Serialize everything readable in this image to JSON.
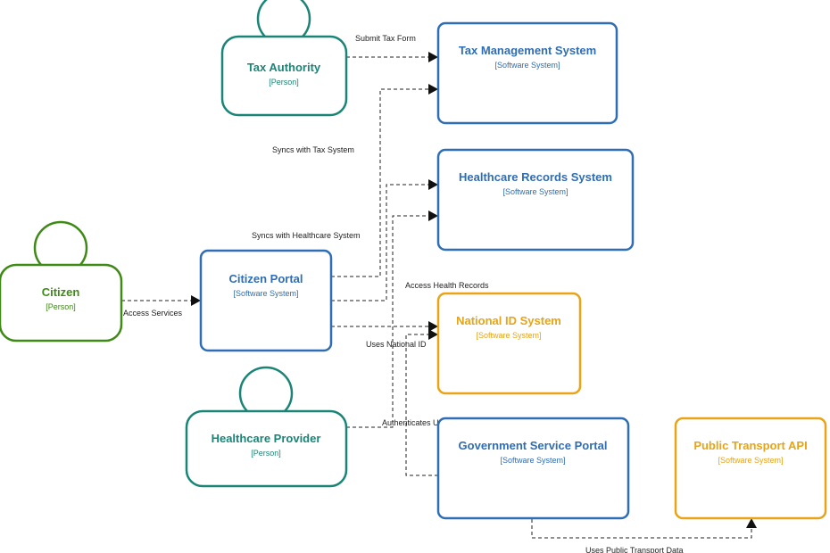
{
  "colors": {
    "person_green": "#3f8a17",
    "person_teal": "#1a8577",
    "system_blue": "#2f6db5",
    "external_orange": "#e8a317",
    "edge": "#222222"
  },
  "nodes": {
    "tax_authority": {
      "title": "Tax Authority",
      "type": "[Person]"
    },
    "citizen": {
      "title": "Citizen",
      "type": "[Person]"
    },
    "healthcare_provider": {
      "title": "Healthcare Provider",
      "type": "[Person]"
    },
    "citizen_portal": {
      "title": "Citizen Portal",
      "type": "[Software System]"
    },
    "tax_management": {
      "title": "Tax Management System",
      "type": "[Software System]"
    },
    "healthcare_records": {
      "title": "Healthcare Records System",
      "type": "[Software System]"
    },
    "national_id": {
      "title": "National ID System",
      "type": "[Software System]"
    },
    "government_service_portal": {
      "title": "Government Service Portal",
      "type": "[Software System]"
    },
    "public_transport_api": {
      "title": "Public Transport API",
      "type": "[Software System]"
    }
  },
  "edges": {
    "submit_tax_form": "Submit Tax Form",
    "syncs_tax": "Syncs with Tax System",
    "syncs_healthcare": "Syncs with Healthcare System",
    "access_services": "Access Services",
    "access_health_records": "Access Health Records",
    "uses_national_id": "Uses National ID",
    "authenticates_user": "Authenticates User",
    "uses_public_transport": "Uses Public Transport Data"
  }
}
